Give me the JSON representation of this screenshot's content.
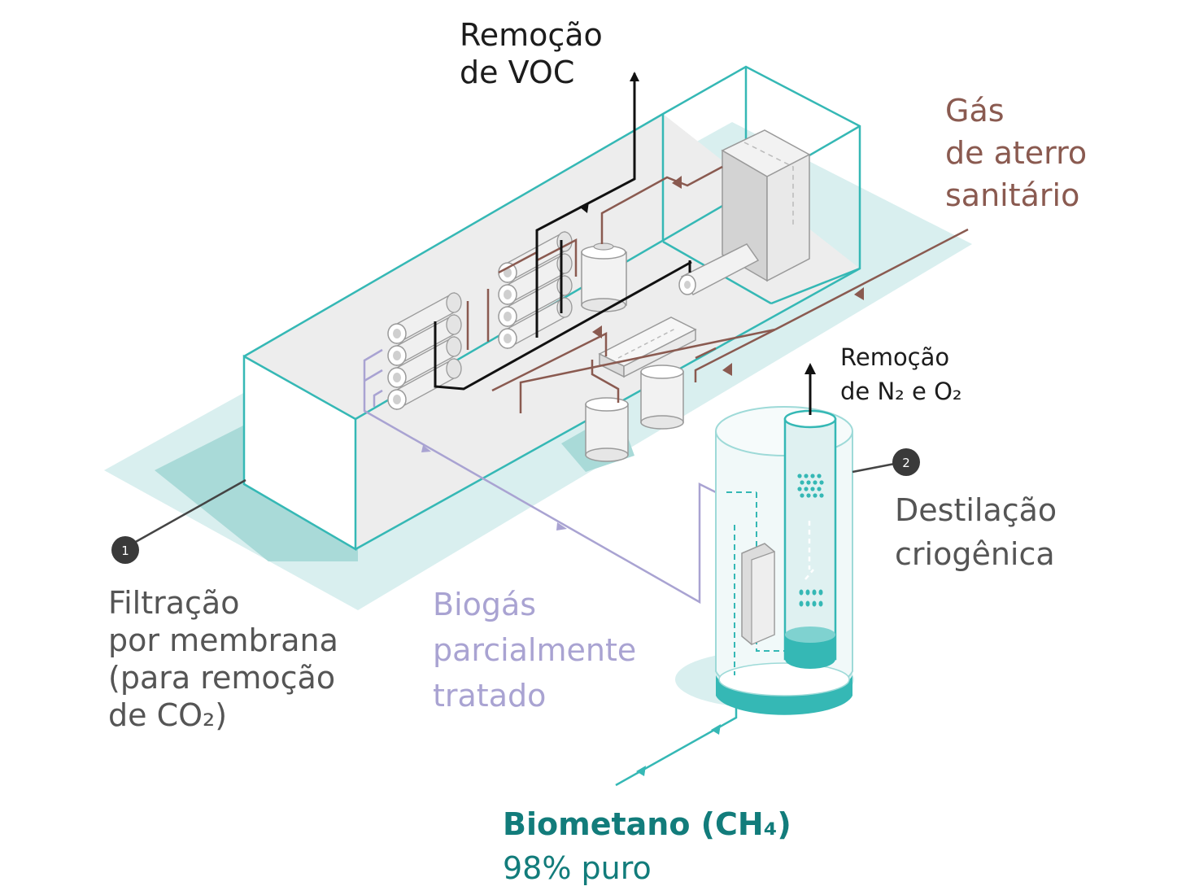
{
  "labels": {
    "voc": [
      "Remoção",
      "de VOC"
    ],
    "landfill_gas": [
      "Gás",
      "de aterro",
      "sanitário"
    ],
    "n2o2": [
      "Remoção",
      "de N₂ e O₂"
    ],
    "cryogenic": [
      "Destilação",
      "criogênica"
    ],
    "membrane": [
      "Filtração",
      "por membrana",
      "(para remoção",
      "de CO₂)"
    ],
    "biogas": [
      "Biogás",
      "parcialmente",
      "tratado"
    ],
    "biomethane_title": "Biometano (CH₄)",
    "biomethane_purity": "98% puro"
  },
  "badges": {
    "membrane": "1",
    "cryogenic": "2"
  },
  "colors": {
    "teal": "#35b8b5",
    "teal_light": "#d9efef",
    "teal_dark": "#127c7b",
    "brown": "#8a5a50",
    "lavender": "#a9a3d2",
    "black": "#111111",
    "grey_text": "#555555",
    "floor": "#ededed"
  }
}
